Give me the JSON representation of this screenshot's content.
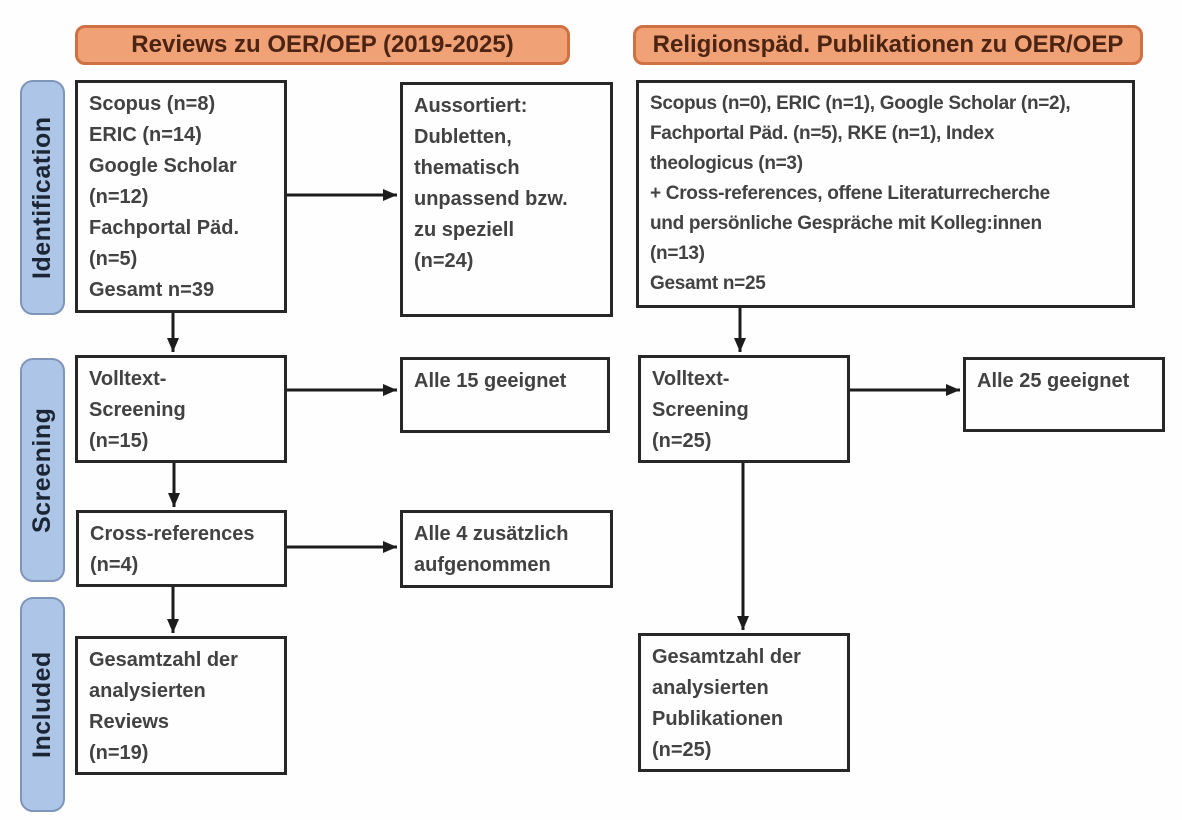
{
  "headers": {
    "left": "Reviews zu OER/OEP (2019-2025)",
    "right": "Religionspäd. Publikationen zu OER/OEP"
  },
  "stages": {
    "identification": "Identification",
    "screening": "Screening",
    "included": "Included"
  },
  "left_flow": {
    "sources": "Scopus (n=8)\nERIC (n=14)\nGoogle Scholar\n(n=12)\nFachportal Päd.\n(n=5)\nGesamt n=39",
    "excluded": "Aussortiert:\nDubletten,\nthematisch\nunpassend bzw.\nzu speziell\n(n=24)",
    "fulltext_screening": "Volltext-\nScreening\n(n=15)",
    "fulltext_result": "Alle 15 geeignet",
    "cross_references": "Cross-references\n(n=4)",
    "cross_references_result": "Alle 4 zusätzlich\naufgenommen",
    "included_total": "Gesamtzahl der\nanalysierten\nReviews\n(n=19)"
  },
  "right_flow": {
    "sources": "Scopus (n=0), ERIC (n=1), Google Scholar (n=2),\nFachportal Päd. (n=5), RKE (n=1), Index\ntheologicus (n=3)\n+ Cross-references, offene Literaturrecherche\nund persönliche Gespräche mit Kolleg:innen\n(n=13)\nGesamt n=25",
    "fulltext_screening": "Volltext-\nScreening\n(n=25)",
    "fulltext_result": "Alle 25 geeignet",
    "included_total": "Gesamtzahl der\nanalysierten\nPublikationen\n(n=25)"
  },
  "colors": {
    "header_fill": "#f0a176",
    "header_border": "#cf7143",
    "header_text": "#4b2413",
    "stage_fill": "#adc5e7",
    "stage_border": "#8095ba",
    "box_border": "#272727",
    "box_text": "#424242",
    "arrow": "#1c1c1c"
  }
}
